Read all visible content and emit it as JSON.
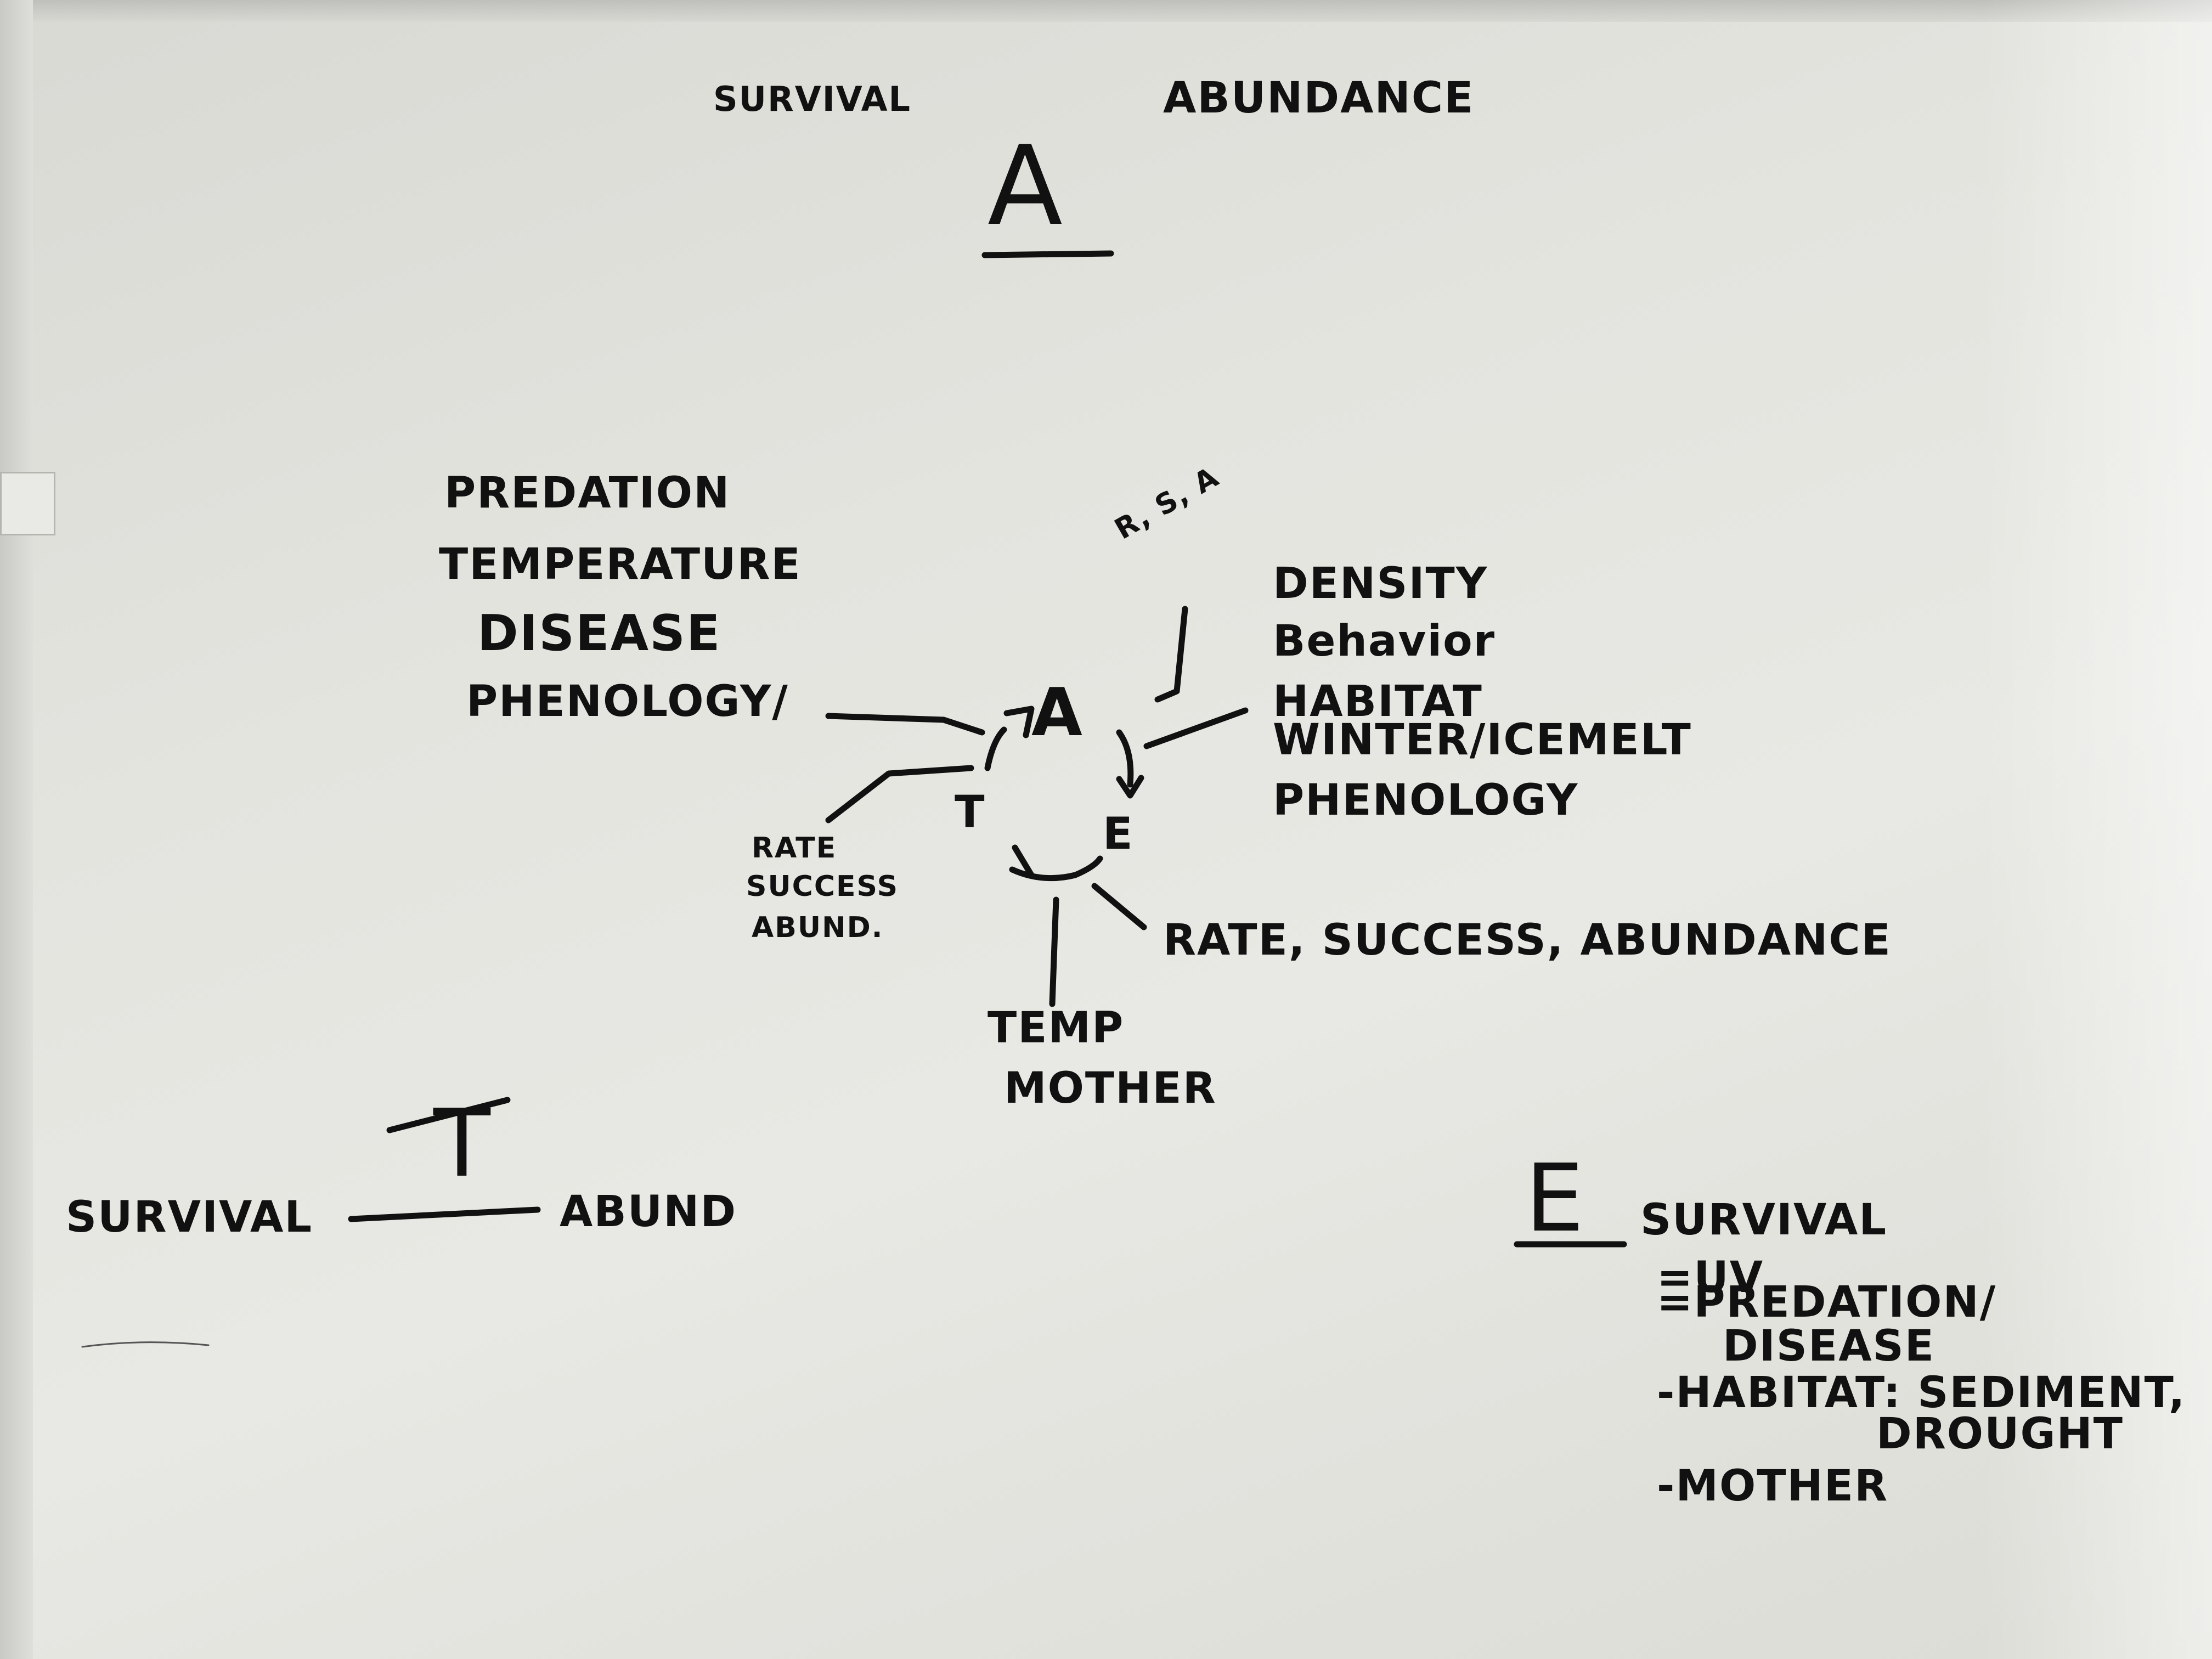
{
  "board": {
    "top_left_label": "SURVIVAL",
    "top_right_label": "ABUNDANCE",
    "top_letter": "A",
    "left_list": [
      "PREDATION",
      "TEMPERATURE",
      "DISEASE",
      "PHENOLOGY/"
    ],
    "r_s_a": "R, S, A",
    "right_list": [
      "DENSITY",
      "Behavior",
      "HABITAT",
      "WINTER/ICEMELT",
      "PHENOLOGY"
    ],
    "center_a": "A",
    "center_t": "T",
    "center_e": "E",
    "left_small": [
      "RATE",
      "SUCCESS",
      "ABUND."
    ],
    "bottom_right_line": "RATE, SUCCESS, ABUNDANCE",
    "bottom_list": [
      "TEMP",
      "MOTHER"
    ],
    "t_section": {
      "letter": "T",
      "left": "SURVIVAL",
      "right": "ABUND"
    },
    "e_section": {
      "letter": "E",
      "heading": "SURVIVAL",
      "items": [
        "=UV",
        "=PREDATION/",
        "DISEASE",
        "-HABITAT: SEDIMENT,",
        "DROUGHT",
        "-MOTHER"
      ]
    }
  },
  "colors": {
    "ink": "#111111",
    "board": "#e4e4df"
  }
}
